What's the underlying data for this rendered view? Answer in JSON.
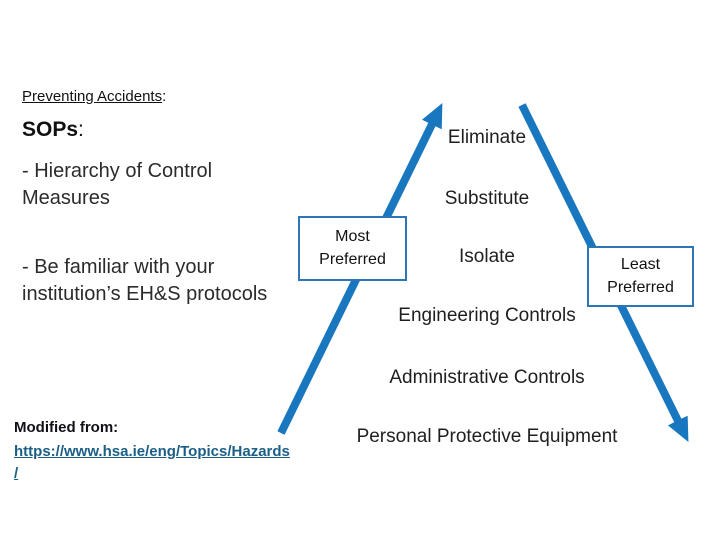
{
  "slide": {
    "header": {
      "title_underlined": "Preventing Accidents",
      "title_colon": ":",
      "sops_bold": "SOPs",
      "sops_colon": ":",
      "bullet_hierarchy": "- Hierarchy of Control Measures",
      "bullet_familiar": "- Be familiar with your institution’s EH&S protocols"
    },
    "diagram": {
      "most_preferred_label": "Most Preferred",
      "least_preferred_label": "Least Preferred",
      "levels": [
        "Eliminate",
        "Substitute",
        "Isolate",
        "Engineering Controls",
        "Administrative Controls",
        "Personal Protective Equipment"
      ],
      "arrow_color": "#1877BE",
      "box_border_color": "#2E75B6"
    },
    "footer": {
      "modified_from_label": "Modified from:",
      "link_line1": "https://www.hsa.ie/eng/Topics/Hazards",
      "link_line2": "/",
      "link_color": "#1B5E86"
    }
  }
}
